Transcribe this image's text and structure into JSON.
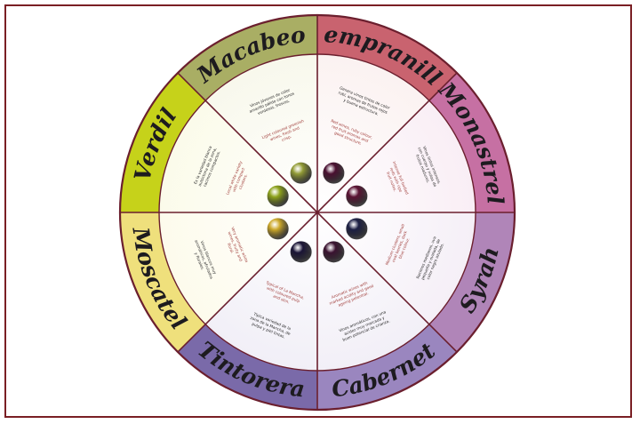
{
  "colors": {
    "frame": "#7a1f24",
    "divider": "#6b1f2e",
    "inner_fill": "#faf7ef"
  },
  "grapes": [
    {
      "name": "Tempranillo",
      "ring_color": "#c9636f",
      "inner_tint": "#fbf2f1",
      "berry_color": "#4a1030",
      "desc_es": [
        "Genera vinos tintos de color",
        "rubí, aromas de frutos rojos",
        "y buena estructura."
      ],
      "desc_en": [
        "Red wines, ruby colour,",
        "red fruit aromas and",
        "good structure."
      ]
    },
    {
      "name": "Monastrell",
      "ring_color": "#c670a3",
      "inner_tint": "#f9eef5",
      "berry_color": "#5a1233",
      "desc_es": [
        "Vinos tintos intensos,",
        "con cuerpo y notas de",
        "frutos maduros."
      ],
      "desc_en": [
        "Intense full bodied",
        "reds with ripe",
        "fruit notes."
      ]
    },
    {
      "name": "Syrah",
      "ring_color": "#b085b8",
      "inner_tint": "#f5eff7",
      "berry_color": "#1c1f44",
      "desc_es": [
        "Racimos medianos, uva",
        "pequeña y ovalada, de",
        "color negro azulado."
      ],
      "desc_en": [
        "Medium clusters, small",
        "oval berries, dark",
        "blue colour."
      ]
    },
    {
      "name": "Cabernet",
      "ring_color": "#9a86bf",
      "inner_tint": "#f2eff7",
      "berry_color": "#3a1230",
      "desc_es": [
        "Vinos aromáticos, con una",
        "acidez muy marcada y",
        "buen potencial de crianza."
      ],
      "desc_en": [
        "Aromatic wines with",
        "marked acidity and good",
        "ageing potential."
      ]
    },
    {
      "name": "Tintorera",
      "ring_color": "#7a6aa9",
      "inner_tint": "#f1eff7",
      "berry_color": "#1a1436",
      "desc_es": [
        "Tipica variedad de la",
        "zona de la Mancha, de",
        "pulpa y piel tintas."
      ],
      "desc_en": [
        "Typical of La Mancha,",
        "with coloured pulp",
        "and skin."
      ]
    },
    {
      "name": "Moscatel",
      "ring_color": "#efe07c",
      "inner_tint": "#fdfbec",
      "berry_color": "#cda92a",
      "desc_es": [
        "Vinos blancos muy",
        "aromáticos, afrutados",
        "y florales."
      ],
      "desc_en": [
        "Very aromatic white",
        "wines, fruity and",
        "floral."
      ]
    },
    {
      "name": "Verdil",
      "ring_color": "#c6d21a",
      "inner_tint": "#fbfbea",
      "berry_color": "#8ea31c",
      "desc_es": [
        "Es la variedad blanca",
        "autóctona de la zona,",
        "racimos compactos."
      ],
      "desc_en": [
        "Local white variety",
        "with compact",
        "clusters."
      ]
    },
    {
      "name": "Macabeo",
      "ring_color": "#a9ae64",
      "inner_tint": "#f8f8ec",
      "berry_color": "#939c36",
      "desc_es": [
        "Vinos jóvenes de color",
        "amarillo pálido con tonos",
        "verdosos, frescos."
      ],
      "desc_en": [
        "Light coloured greenish",
        "wines, fresh and",
        "crisp."
      ]
    }
  ]
}
